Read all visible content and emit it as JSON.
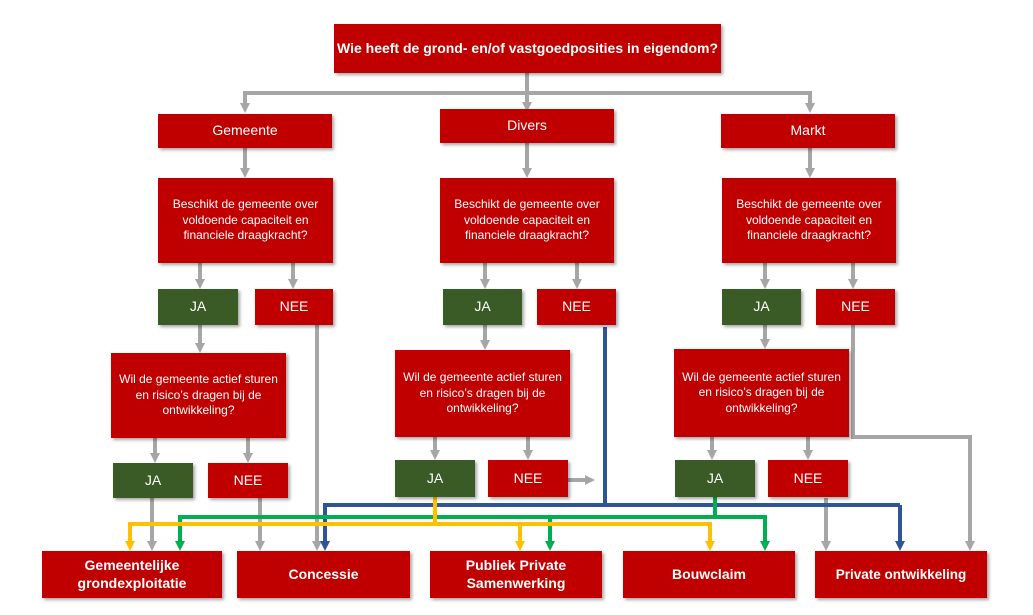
{
  "root": {
    "title": "Wie heeft de grond- en/of vastgoedposities in eigendom?"
  },
  "owners": [
    {
      "label": "Gemeente",
      "capacity_question": "Beschikt de gemeente over voldoende capaciteit en financiele draagkracht?",
      "capacity_yes": "JA",
      "capacity_no": "NEE",
      "risk_question": "Wil de gemeente actief sturen en risico’s dragen bij de ontwikkeling?",
      "risk_yes": "JA",
      "risk_no": "NEE"
    },
    {
      "label": "Divers",
      "capacity_question": "Beschikt de gemeente over voldoende capaciteit en financiele draagkracht?",
      "capacity_yes": "JA",
      "capacity_no": "NEE",
      "risk_question": "Wil de gemeente actief sturen en risico’s dragen bij de ontwikkeling?",
      "risk_yes": "JA",
      "risk_no": "NEE"
    },
    {
      "label": "Markt",
      "capacity_question": "Beschikt de gemeente over voldoende capaciteit en financiele draagkracht?",
      "capacity_yes": "JA",
      "capacity_no": "NEE",
      "risk_question": "Wil de gemeente actief sturen en risico’s dragen bij de ontwikkeling?",
      "risk_yes": "JA",
      "risk_no": "NEE"
    }
  ],
  "outcomes": [
    {
      "label": "Gemeentelijke grondexploitatie"
    },
    {
      "label": "Concessie"
    },
    {
      "label": "Publiek Private Samenwerking"
    },
    {
      "label": "Bouwclaim"
    },
    {
      "label": "Private ontwikkeling"
    }
  ],
  "colors": {
    "box_red": "#c00000",
    "box_green": "#3a5a26",
    "arrow_gray": "#a6a6a6",
    "arrow_yellow": "#ffc000",
    "arrow_green": "#00b050",
    "arrow_blue": "#2f5597"
  }
}
